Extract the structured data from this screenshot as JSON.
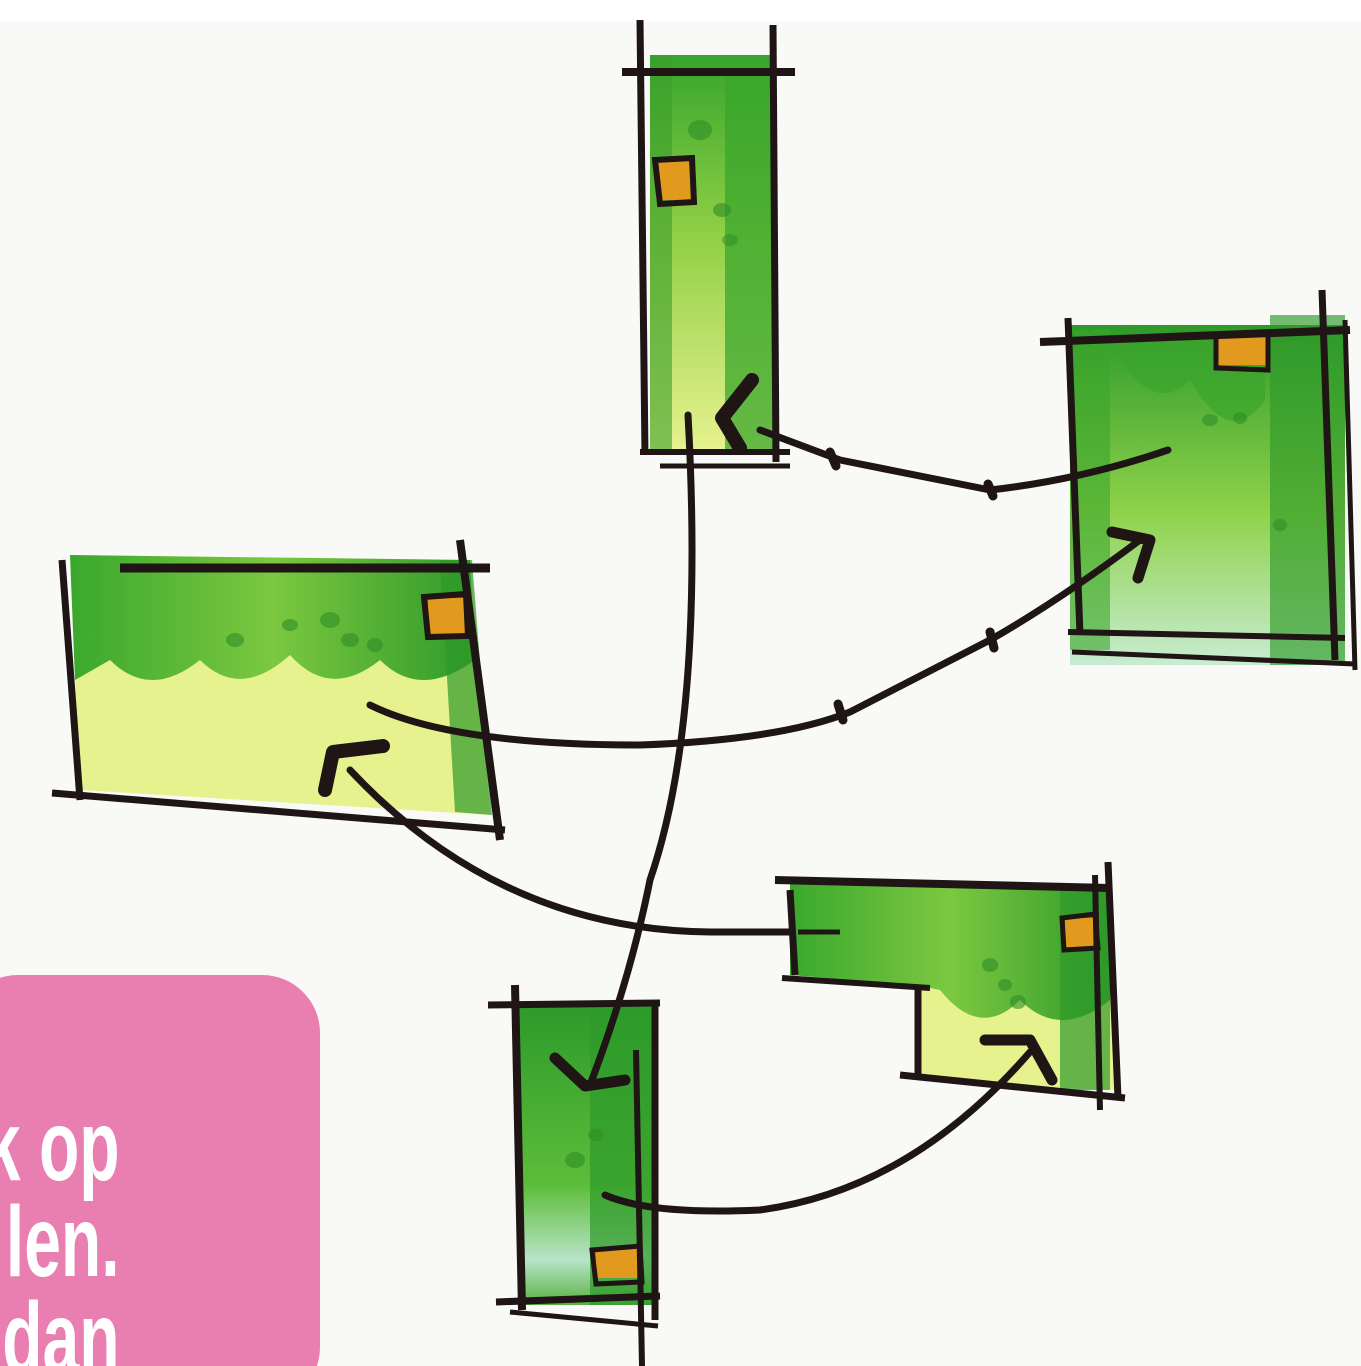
{
  "caption": {
    "lines": [
      "k op",
      "len.",
      "dan"
    ]
  },
  "colors": {
    "background": "#f9f9f8",
    "card": "#e87fb0",
    "caption_text": "#ffffff",
    "ink": "#1e1514",
    "green_dark": "#2f9a2a",
    "green_mid": "#55bd35",
    "green_light": "#e5f28a",
    "orange": "#e29a1e"
  },
  "icons": [
    "garden-sketch",
    "arrow-icon",
    "house-marker-icon"
  ]
}
